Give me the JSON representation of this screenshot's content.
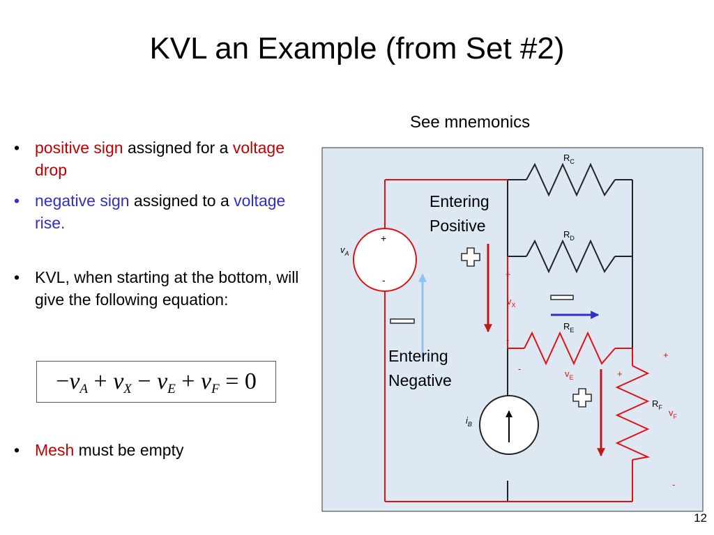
{
  "slide": {
    "title": "KVL an Example (from Set #2)",
    "page_number": "12"
  },
  "bullets": [
    {
      "parts": [
        "positive sign",
        " assigned for a ",
        "voltage drop"
      ]
    },
    {
      "parts": [
        "negative sign",
        " assigned to a ",
        "voltage rise."
      ]
    },
    {
      "text": "KVL, when starting at the bottom, will give the following equation:"
    },
    {
      "parts": [
        "Mesh",
        " must be empty"
      ]
    }
  ],
  "equation": {
    "terms": [
      "−",
      "v",
      "A",
      " + ",
      "v",
      "X",
      " − ",
      "v",
      "E",
      " + ",
      "v",
      "F",
      " = 0"
    ]
  },
  "circuit": {
    "caption": "See mnemonics",
    "entering_positive": [
      "Entering",
      "Positive"
    ],
    "entering_negative": [
      "Entering",
      "Negative"
    ],
    "labels": {
      "RC": [
        "R",
        "C"
      ],
      "RD": [
        "R",
        "D"
      ],
      "RE": [
        "R",
        "E"
      ],
      "RF": [
        "R",
        "F"
      ],
      "vA": [
        "v",
        "A"
      ],
      "vX": [
        "v",
        "X"
      ],
      "vE": [
        "v",
        "E"
      ],
      "vF": [
        "v",
        "F"
      ],
      "iB": [
        "i",
        "B"
      ],
      "plus": "+",
      "minus": "-"
    },
    "colors": {
      "panel": "#dde8f3",
      "loop": "#e01010",
      "arrow_red": "#c01818",
      "arrow_light_blue": "#8ec3ef",
      "arrow_blue": "#2f2fc8"
    }
  }
}
